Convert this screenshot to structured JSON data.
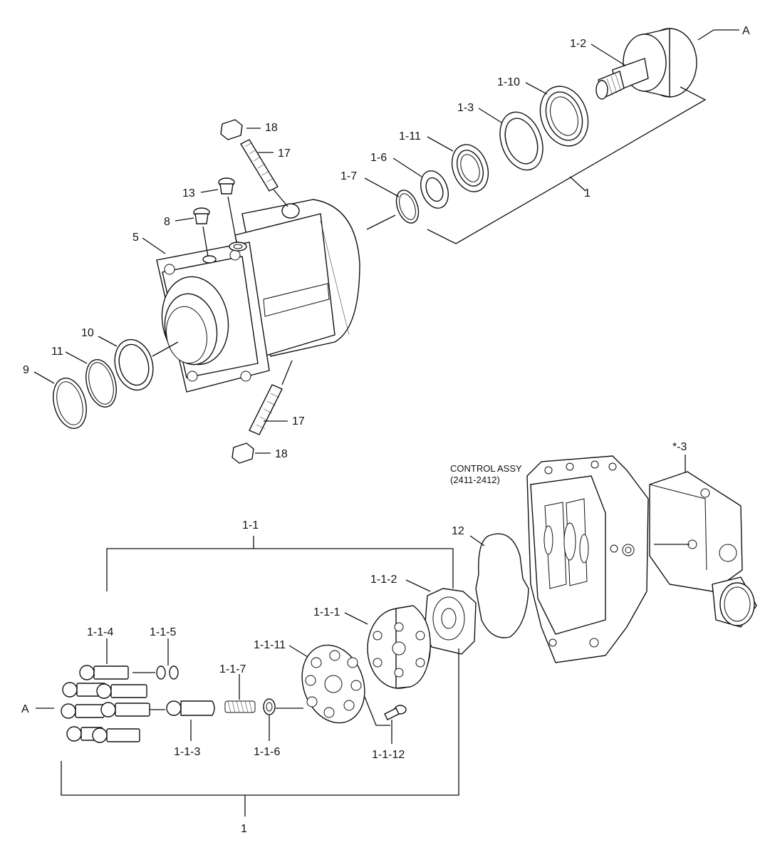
{
  "labels": {
    "A_top": "A",
    "p1_2": "1-2",
    "p1_10": "1-10",
    "p1_3": "1-3",
    "p1_11": "1-11",
    "p1_6": "1-6",
    "p1_7": "1-7",
    "p1_upper": "1",
    "p18_top": "18",
    "p17_top": "17",
    "p13": "13",
    "p8": "8",
    "p5": "5",
    "p10": "10",
    "p11": "11",
    "p9": "9",
    "p17_bottom": "17",
    "p18_bottom": "18",
    "control_assy": "CONTROL ASSY",
    "control_code": "(2411-2412)",
    "star3": "*-3",
    "p12": "12",
    "p1_1": "1-1",
    "p1_1_2": "1-1-2",
    "p1_1_1": "1-1-1",
    "p1_1_4": "1-1-4",
    "p1_1_5": "1-1-5",
    "p1_1_11": "1-1-11",
    "p1_1_7": "1-1-7",
    "A_left": "A",
    "p1_1_3": "1-1-3",
    "p1_1_6": "1-1-6",
    "p1_1_12": "1-1-12",
    "p1_lower": "1"
  }
}
